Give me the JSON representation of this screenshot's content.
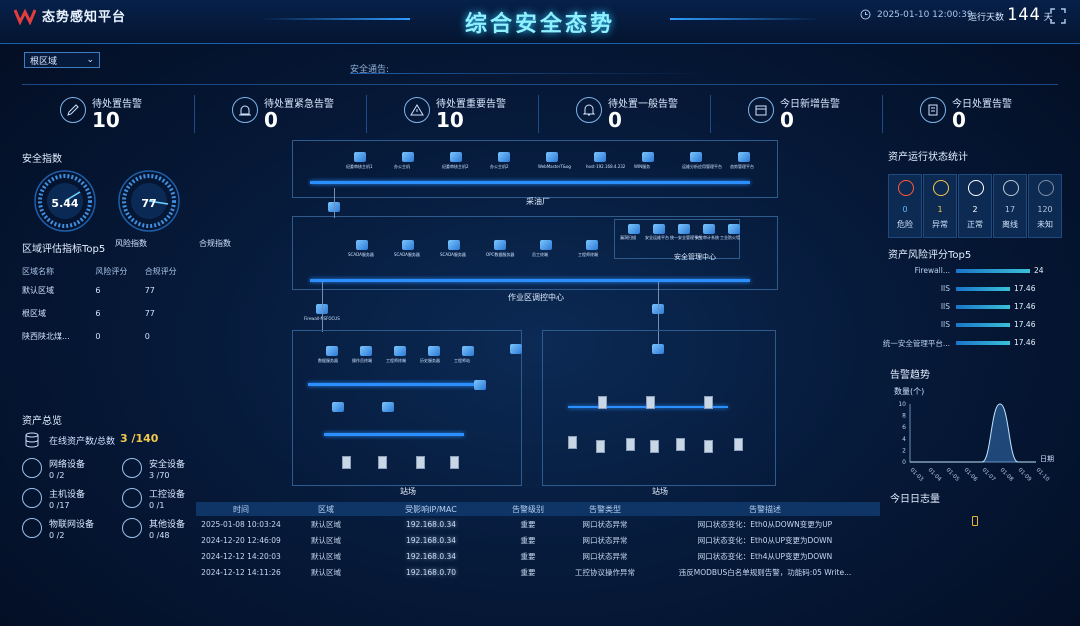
{
  "header": {
    "app_title": "态势感知平台",
    "main_title": "综合安全态势",
    "datetime": "2025-01-10 12:00:39",
    "run_days_label": "运行天数",
    "run_days_value": "144",
    "run_days_unit": "天"
  },
  "filter": {
    "region": "根区域"
  },
  "notice": {
    "label": "安全通告:"
  },
  "stats": [
    {
      "label": "待处置告警",
      "value": "10",
      "icon": "edit-icon"
    },
    {
      "label": "待处置紧急告警",
      "value": "0",
      "icon": "siren-icon"
    },
    {
      "label": "待处置重要告警",
      "value": "10",
      "icon": "warning-icon"
    },
    {
      "label": "待处置一般告警",
      "value": "0",
      "icon": "bell-icon"
    },
    {
      "label": "今日新增告警",
      "value": "0",
      "icon": "calendar-icon"
    },
    {
      "label": "今日处置告警",
      "value": "0",
      "icon": "document-icon"
    }
  ],
  "security_index": {
    "title": "安全指数",
    "gauges": [
      {
        "label": "风险指数",
        "value": "5.44",
        "level": 0.54
      },
      {
        "label": "合规指数",
        "value": "77",
        "level": 0.77
      }
    ]
  },
  "region_top5": {
    "title": "区域评估指标Top5",
    "headers": [
      "区域名称",
      "风险评分",
      "合规评分"
    ],
    "rows": [
      [
        "默认区域",
        "6",
        "77"
      ],
      [
        "根区域",
        "6",
        "77"
      ],
      [
        "陕西陕北煤...",
        "0",
        "0"
      ]
    ]
  },
  "assets": {
    "title": "资产总览",
    "online_label": "在线资产数/总数",
    "online_value": "3 /140",
    "items": [
      {
        "label": "网络设备",
        "value": "0 /2",
        "icon": "network-icon"
      },
      {
        "label": "安全设备",
        "value": "3 /70",
        "icon": "shield-icon"
      },
      {
        "label": "主机设备",
        "value": "0 /17",
        "icon": "host-icon"
      },
      {
        "label": "工控设备",
        "value": "0 /1",
        "icon": "plc-icon"
      },
      {
        "label": "物联网设备",
        "value": "0 /2",
        "icon": "iot-icon"
      },
      {
        "label": "其他设备",
        "value": "0 /48",
        "icon": "other-icon"
      }
    ]
  },
  "topology": {
    "zones": {
      "mining": "采油厂",
      "control": "作业区调控中心",
      "sec_center": "安全管理中心",
      "station1": "站场",
      "station2": "站场"
    },
    "mining_nodes": [
      "纪委审核主机1",
      "办公主机",
      "纪委审核主机2",
      "办公主机2",
      "WebMasterT&og",
      "host-192.168.4.232",
      "WIN服务",
      "运维分析应用管理平台",
      "态势管理平台"
    ],
    "control_nodes": [
      "SCADA服务器",
      "SCADA服务器",
      "SCADA服务器",
      "OPC数据服务器",
      "员工终端",
      "工程师终端"
    ],
    "sec_nodes": [
      "漏洞扫描",
      "安全运维平台",
      "统一安全管理平台",
      "安全审计系统",
      "工业防火墙"
    ],
    "station1_nodes": [
      "数据服务器",
      "操作员终端",
      "工程师终端",
      "历史服务器",
      "工程师站"
    ],
    "firewall_label": "Firewall-NSFOCUS"
  },
  "alerts": {
    "headers": [
      "时间",
      "区域",
      "受影响IP/MAC",
      "告警级别",
      "告警类型",
      "告警描述"
    ],
    "rows": [
      [
        "2025-01-08 10:03:24",
        "默认区域",
        "192.168.0.34",
        "重要",
        "网口状态异常",
        "网口状态变化：Eth0从DOWN变更为UP"
      ],
      [
        "2024-12-20 12:46:09",
        "默认区域",
        "192.168.0.34",
        "重要",
        "网口状态异常",
        "网口状态变化：Eth0从UP变更为DOWN"
      ],
      [
        "2024-12-12 14:20:03",
        "默认区域",
        "192.168.0.34",
        "重要",
        "网口状态异常",
        "网口状态变化：Eth4从UP变更为DOWN"
      ],
      [
        "2024-12-12 14:11:26",
        "默认区域",
        "192.168.0.70",
        "重要",
        "工控协议操作异常",
        "违反MODBUS白名单规则告警，功能码:05 Write..."
      ]
    ]
  },
  "asset_status": {
    "title": "资产运行状态统计",
    "items": [
      {
        "label": "危险",
        "value": "0",
        "color": "#ff5a3c"
      },
      {
        "label": "异常",
        "value": "1",
        "color": "#f2c94c"
      },
      {
        "label": "正常",
        "value": "2",
        "color": "#ffffff"
      },
      {
        "label": "离线",
        "value": "17",
        "color": "#bcc9d9"
      },
      {
        "label": "未知",
        "value": "120",
        "color": "#7f8fa6"
      }
    ]
  },
  "risk_top5": {
    "title": "资产风险评分Top5",
    "rows": [
      {
        "name": "Firewall...",
        "value": "24",
        "score": 24
      },
      {
        "name": "IIS",
        "value": "17.46",
        "score": 17.46
      },
      {
        "name": "IIS",
        "value": "17.46",
        "score": 17.46
      },
      {
        "name": "IIS",
        "value": "17.46",
        "score": 17.46
      },
      {
        "name": "统一安全管理平台...",
        "value": "17.46",
        "score": 17.46
      }
    ]
  },
  "trend": {
    "title": "告警趋势",
    "ylabel": "数量(个)",
    "xlabel": "日期",
    "yticks": [
      "10",
      "8",
      "6",
      "4",
      "2",
      "0"
    ],
    "xticks": [
      "01-03",
      "01-04",
      "01-05",
      "01-06",
      "01-07",
      "01-08",
      "01-09",
      "01-10"
    ],
    "values": [
      0,
      0,
      0,
      0,
      0,
      10,
      0,
      0
    ]
  },
  "log": {
    "title": "今日日志量"
  }
}
